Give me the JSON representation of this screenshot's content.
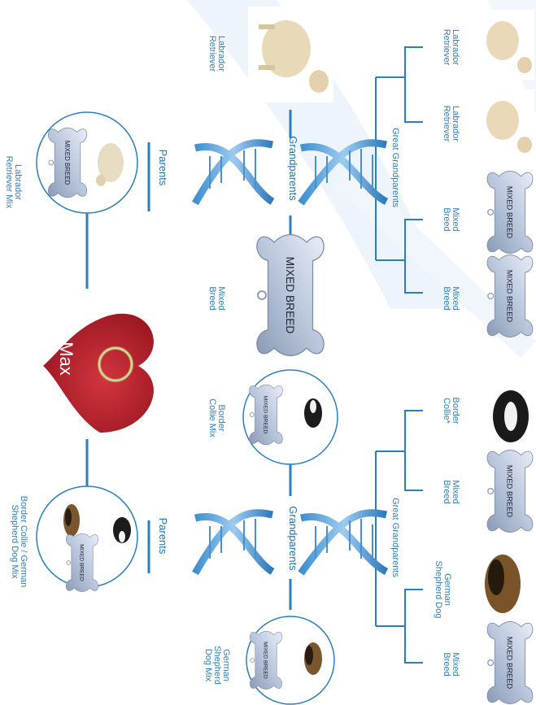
{
  "colors": {
    "line": "#2a7fc1",
    "heart": "#b3212c",
    "tag_fill": "#c5d0e2",
    "text": "#2e7fc0"
  },
  "center": {
    "name": "Max"
  },
  "tag_text": "MIXED BREED",
  "parents": {
    "left": {
      "header": "Parents",
      "label": "Labrador\nRetriever Mix"
    },
    "right": {
      "header": "Parents",
      "label": "Border Collie / German\nShepherd Dog Mix"
    }
  },
  "grandparents": {
    "header_left": "Grandparents",
    "header_right": "Grandparents",
    "items": [
      {
        "label": "Labrador\nRetriever"
      },
      {
        "label": "Mixed\nBreed"
      },
      {
        "label": "Border\nCollie Mix"
      },
      {
        "label": "German\nShepherd\nDog Mix"
      }
    ]
  },
  "great_grandparents": {
    "header_left": "Great Grandparents",
    "header_right": "Great Grandparents",
    "items": [
      {
        "label": "Labrador\nRetriever"
      },
      {
        "label": "Labrador\nRetriever"
      },
      {
        "label": "Mixed\nBreed"
      },
      {
        "label": "Mixed\nBreed"
      },
      {
        "label": "Border\nCollie*"
      },
      {
        "label": "Mixed\nBreed"
      },
      {
        "label": "German\nShepherd Dog"
      },
      {
        "label": "Mixed\nBreed"
      }
    ]
  }
}
